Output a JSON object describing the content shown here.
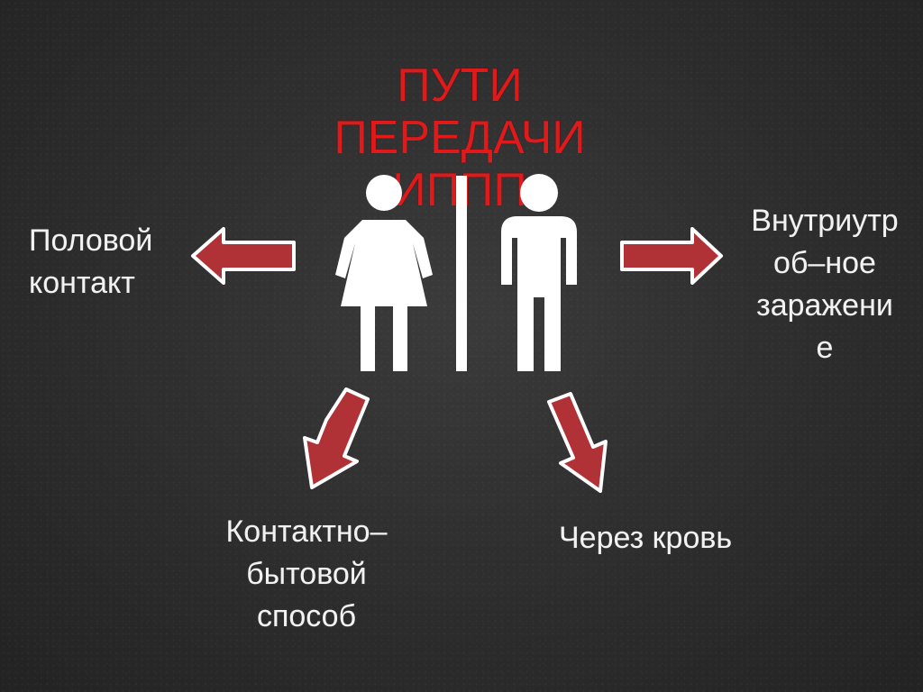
{
  "title": {
    "lines": [
      "ПУТИ",
      "ПЕРЕДАЧИ",
      "ИППП"
    ]
  },
  "routes": {
    "left": {
      "lines": [
        "Половой",
        "контакт"
      ]
    },
    "right": {
      "lines": [
        "Внутриутр",
        "об–ное",
        "заражени",
        "е"
      ]
    },
    "bottom_left": {
      "lines": [
        "Контактно–",
        "бытовой",
        "способ"
      ]
    },
    "bottom_right": {
      "lines": [
        "Через кровь"
      ]
    }
  },
  "colors": {
    "title": "#e0191b",
    "arrow_fill": "#b03236",
    "arrow_stroke": "#ffffff",
    "figure": "#ffffff",
    "text": "#f2f2f2"
  },
  "icons": [
    "woman-icon",
    "man-icon",
    "divider-line"
  ]
}
